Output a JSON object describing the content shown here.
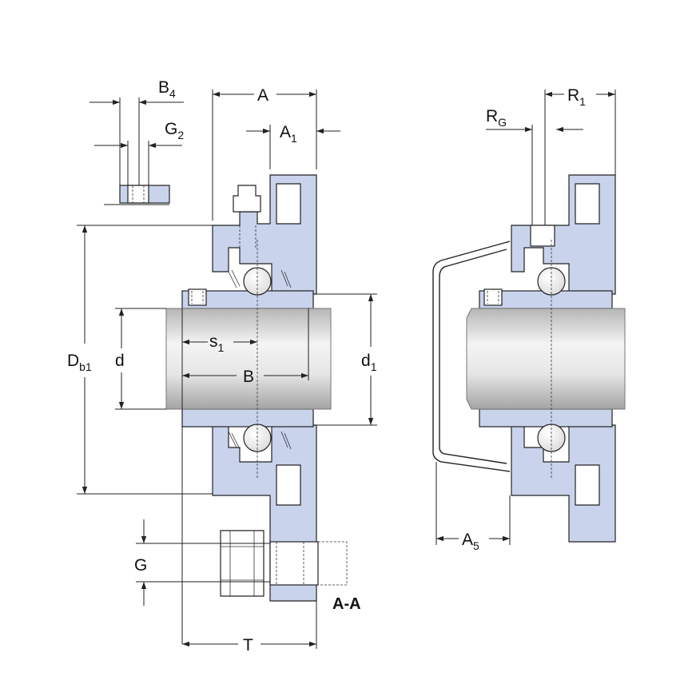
{
  "colors": {
    "housing": "#c9d3ec",
    "shaft_light": "#f2f2f2",
    "shaft_dark": "#a8a8a8",
    "line": "#222222"
  },
  "labels": {
    "B4": {
      "main": "B",
      "sub": "4"
    },
    "G2": {
      "main": "G",
      "sub": "2"
    },
    "A": {
      "main": "A"
    },
    "A1": {
      "main": "A",
      "sub": "1"
    },
    "RG": {
      "main": "R",
      "sub": "G"
    },
    "R1": {
      "main": "R",
      "sub": "1"
    },
    "Db1": {
      "main": "D",
      "sub": "b1"
    },
    "d": {
      "main": "d"
    },
    "s1": {
      "main": "s",
      "sub": "1"
    },
    "B": {
      "main": "B"
    },
    "d1": {
      "main": "d",
      "sub": "1"
    },
    "G": {
      "main": "G"
    },
    "T": {
      "main": "T"
    },
    "A5": {
      "main": "A",
      "sub": "5"
    },
    "section": "A-A"
  }
}
